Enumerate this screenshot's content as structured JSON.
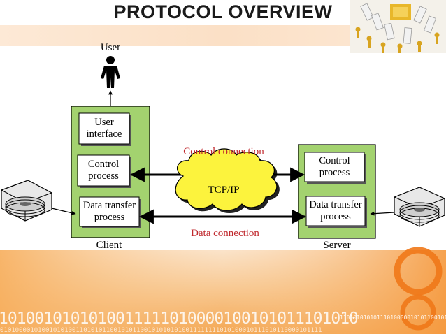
{
  "slide": {
    "title": "PROTOCOL OVERVIEW",
    "colors": {
      "accent_orange": "#f28a2a",
      "box_green": "#a3d26f",
      "cloud_yellow": "#fcf33d",
      "red_text": "#c0282d"
    }
  },
  "diagram": {
    "user_label": "User",
    "client_label": "Client",
    "server_label": "Server",
    "client_boxes": {
      "user_interface": [
        "User",
        "interface"
      ],
      "control_process": [
        "Control",
        "process"
      ],
      "data_transfer_process": [
        "Data transfer",
        "process"
      ]
    },
    "server_boxes": {
      "control_process": [
        "Control",
        "process"
      ],
      "data_transfer_process": [
        "Data transfer",
        "process"
      ]
    },
    "cloud_label": "TCP/IP",
    "control_connection_label": "Control connection",
    "data_connection_label": "Data connection"
  },
  "binary_strip": {
    "large": "1010010101010011111010000100101011101010",
    "small": "0101000010100101010011010101100101011001010101010011111111010100010111010110000101111",
    "right": "11010101010111010000010101100101100"
  }
}
